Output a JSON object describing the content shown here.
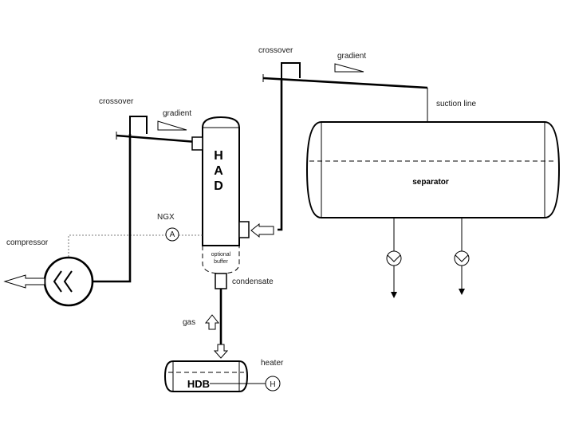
{
  "labels": {
    "crossover_left": "crossover",
    "gradient_left": "gradient",
    "crossover_right": "crossover",
    "gradient_right": "gradient",
    "suction_line": "suction line",
    "separator": "separator",
    "had_letters": [
      "H",
      "A",
      "D"
    ],
    "ngx": "NGX",
    "analyzer_symbol": "A",
    "compressor": "compressor",
    "optional_buffer_line1": "optional",
    "optional_buffer_line2": "buffer",
    "condensate": "condensate",
    "gas": "gas",
    "heater": "heater",
    "heater_symbol": "H",
    "hdb": "HDB"
  }
}
